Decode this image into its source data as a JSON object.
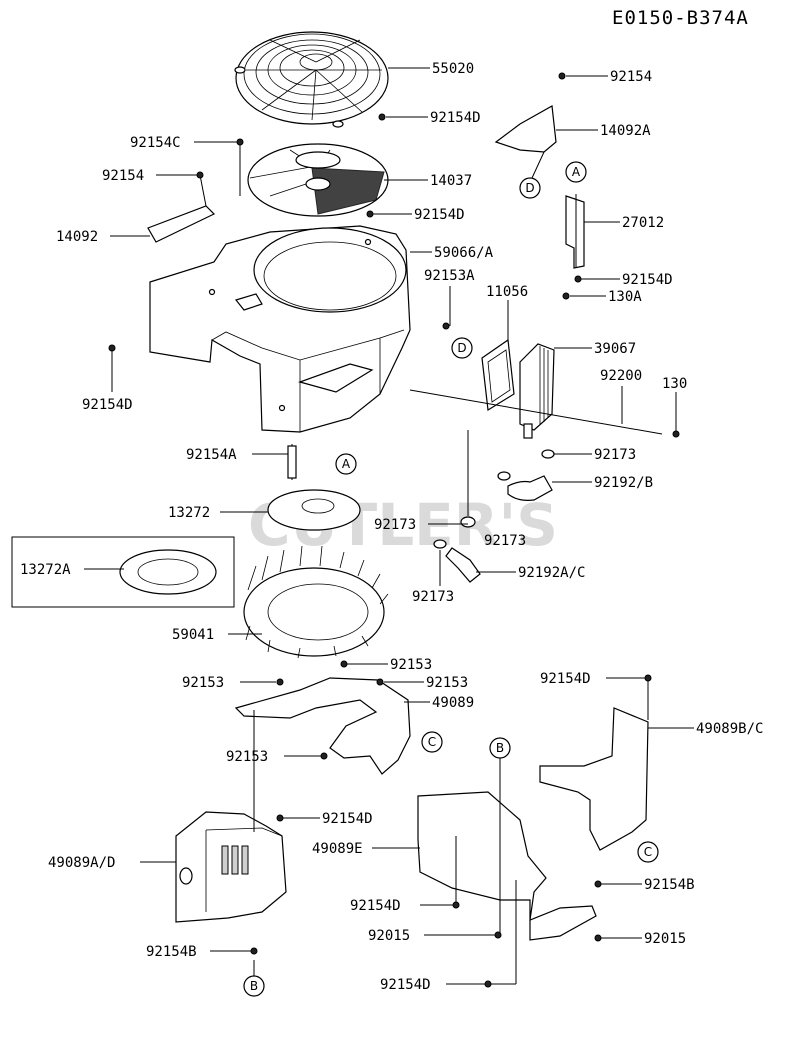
{
  "diagram_code": "E0150-B374A",
  "watermark": "CUTLER'S",
  "parts": [
    {
      "id": "p01",
      "label": "55020"
    },
    {
      "id": "p02",
      "label": "92154D"
    },
    {
      "id": "p03",
      "label": "92154C"
    },
    {
      "id": "p04",
      "label": "14037"
    },
    {
      "id": "p05",
      "label": "92154"
    },
    {
      "id": "p06",
      "label": "92154D"
    },
    {
      "id": "p07",
      "label": "14092"
    },
    {
      "id": "p08",
      "label": "59066/A"
    },
    {
      "id": "p09",
      "label": "92153A"
    },
    {
      "id": "p10",
      "label": "92154D"
    },
    {
      "id": "p11",
      "label": "92154"
    },
    {
      "id": "p12",
      "label": "14092A"
    },
    {
      "id": "p13",
      "label": "27012"
    },
    {
      "id": "p14",
      "label": "92154D"
    },
    {
      "id": "p15",
      "label": "130A"
    },
    {
      "id": "p16",
      "label": "11056"
    },
    {
      "id": "p17",
      "label": "39067"
    },
    {
      "id": "p18",
      "label": "92200"
    },
    {
      "id": "p19",
      "label": "130"
    },
    {
      "id": "p20",
      "label": "92154A"
    },
    {
      "id": "p21",
      "label": "92173"
    },
    {
      "id": "p22",
      "label": "92192/B"
    },
    {
      "id": "p23",
      "label": "13272"
    },
    {
      "id": "p24",
      "label": "92173"
    },
    {
      "id": "p25",
      "label": "92173"
    },
    {
      "id": "p26",
      "label": "13272A"
    },
    {
      "id": "p27",
      "label": "92192A/C"
    },
    {
      "id": "p28",
      "label": "92173"
    },
    {
      "id": "p29",
      "label": "59041"
    },
    {
      "id": "p30",
      "label": "92153"
    },
    {
      "id": "p31",
      "label": "92153"
    },
    {
      "id": "p32",
      "label": "92153"
    },
    {
      "id": "p33",
      "label": "92154D"
    },
    {
      "id": "p34",
      "label": "49089"
    },
    {
      "id": "p35",
      "label": "49089B/C"
    },
    {
      "id": "p36",
      "label": "92153"
    },
    {
      "id": "p37",
      "label": "92154D"
    },
    {
      "id": "p38",
      "label": "49089E"
    },
    {
      "id": "p39",
      "label": "49089A/D"
    },
    {
      "id": "p40",
      "label": "92154B"
    },
    {
      "id": "p41",
      "label": "92154D"
    },
    {
      "id": "p42",
      "label": "92015"
    },
    {
      "id": "p43",
      "label": "92015"
    },
    {
      "id": "p44",
      "label": "92154B"
    },
    {
      "id": "p45",
      "label": "92154D"
    }
  ],
  "callouts": [
    {
      "id": "c1",
      "letter": "D"
    },
    {
      "id": "c2",
      "letter": "A"
    },
    {
      "id": "c3",
      "letter": "D"
    },
    {
      "id": "c4",
      "letter": "A"
    },
    {
      "id": "c5",
      "letter": "C"
    },
    {
      "id": "c6",
      "letter": "B"
    },
    {
      "id": "c7",
      "letter": "C"
    },
    {
      "id": "c8",
      "letter": "B"
    }
  ]
}
